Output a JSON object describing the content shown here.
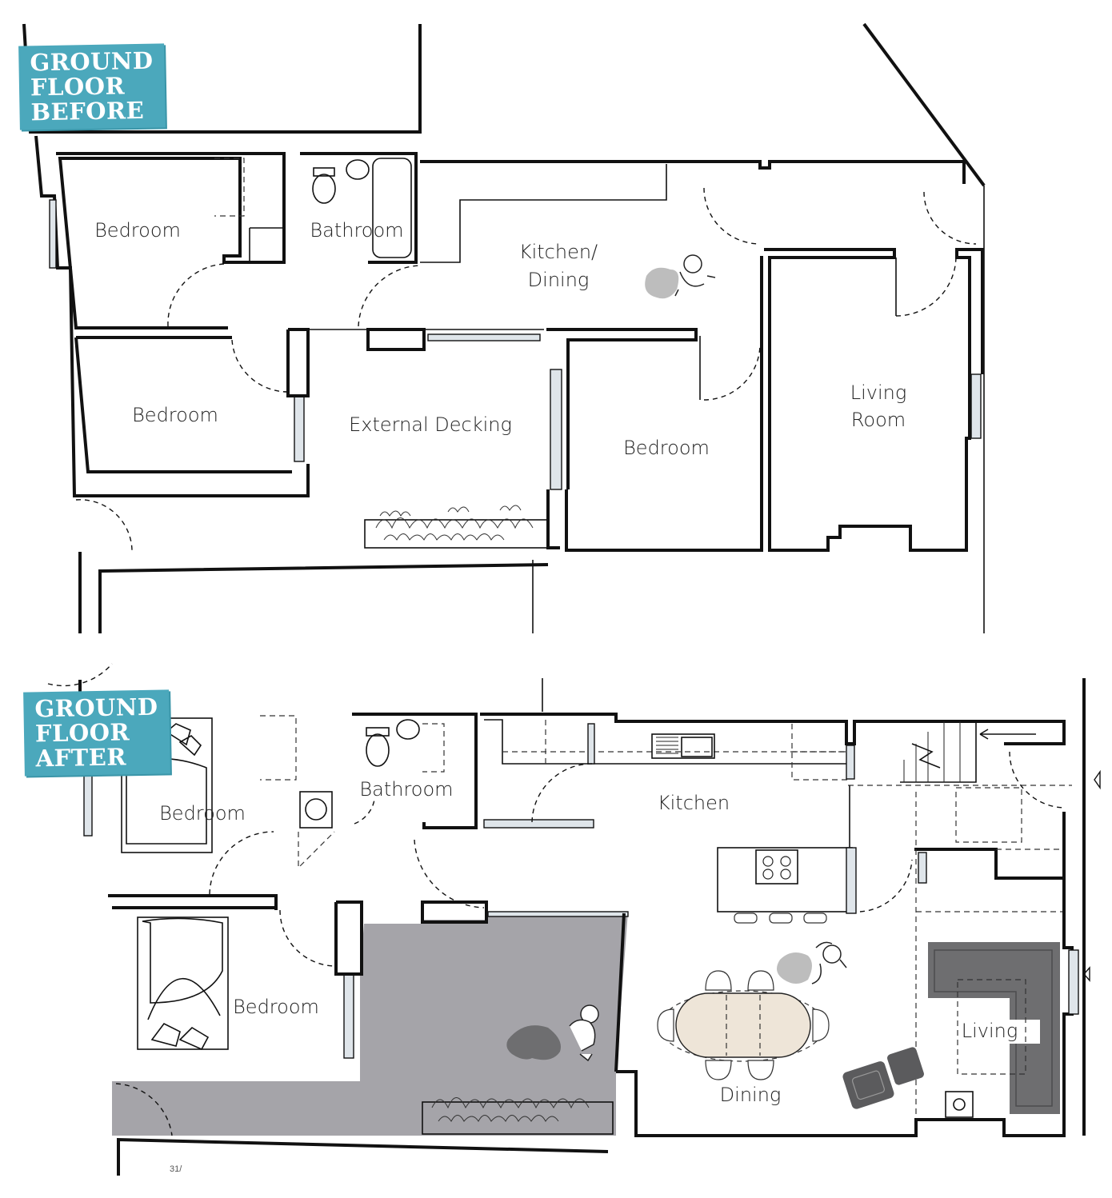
{
  "badges": {
    "before": [
      "GROUND",
      "FLOOR",
      "BEFORE"
    ],
    "after": [
      "GROUND",
      "FLOOR",
      "AFTER"
    ]
  },
  "before_plan": {
    "rooms": [
      {
        "id": "bedroom-1",
        "label": "Bedroom"
      },
      {
        "id": "bathroom",
        "label": "Bathroom"
      },
      {
        "id": "kitchen-dining-1",
        "label": "Kitchen/"
      },
      {
        "id": "kitchen-dining-2",
        "label": "Dining"
      },
      {
        "id": "bedroom-2",
        "label": "Bedroom"
      },
      {
        "id": "external-decking",
        "label": "External Decking"
      },
      {
        "id": "bedroom-3",
        "label": "Bedroom"
      },
      {
        "id": "living-room-1",
        "label": "Living"
      },
      {
        "id": "living-room-2",
        "label": "Room"
      }
    ]
  },
  "after_plan": {
    "rooms": [
      {
        "id": "bedroom-1",
        "label": "Bedroom"
      },
      {
        "id": "bathroom",
        "label": "Bathroom"
      },
      {
        "id": "kitchen",
        "label": "Kitchen"
      },
      {
        "id": "bedroom-2",
        "label": "Bedroom"
      },
      {
        "id": "dining",
        "label": "Dining"
      },
      {
        "id": "living",
        "label": "Living"
      }
    ]
  },
  "page_number": "31/",
  "colors": {
    "badge": "#4ba8bc",
    "decking": "#a5a4a9",
    "sofa": "#6e6e70",
    "table": "#eee5d8"
  }
}
